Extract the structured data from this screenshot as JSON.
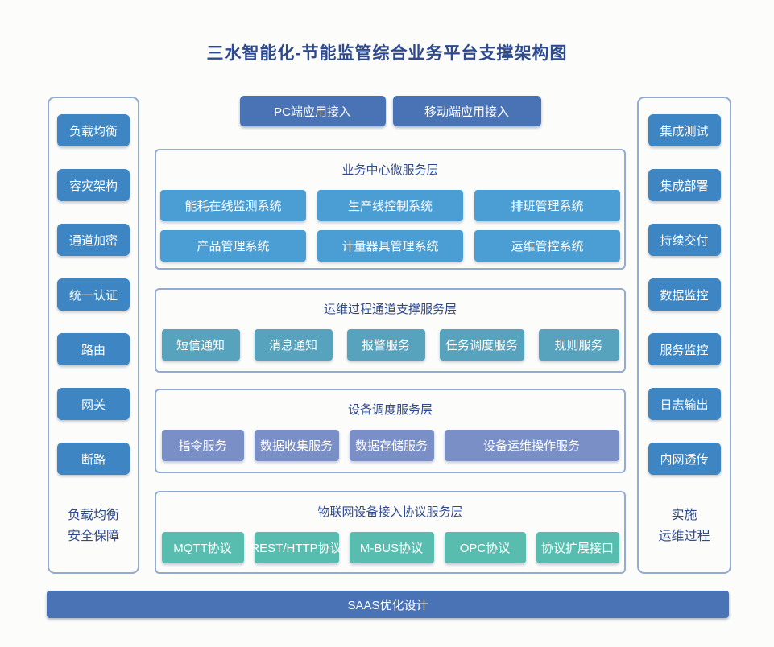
{
  "title": "三水智能化-节能监管综合业务平台支撑架构图",
  "colors": {
    "title_text": "#2e4a8e",
    "panel_border": "#93abd1",
    "sidebar_button": "#3d86c3",
    "primary_button": "#4a73b5"
  },
  "left_panel": {
    "items": [
      "负载均衡",
      "容灾架构",
      "通道加密",
      "统一认证",
      "路由",
      "网关",
      "断路"
    ],
    "caption_lines": [
      "负载均衡",
      "安全保障"
    ]
  },
  "right_panel": {
    "items": [
      "集成测试",
      "集成部署",
      "持续交付",
      "数据监控",
      "服务监控",
      "日志输出",
      "内网透传"
    ],
    "caption_lines": [
      "实施",
      "运维过程"
    ]
  },
  "top_buttons": [
    "PC端应用接入",
    "移动端应用接入"
  ],
  "layers": [
    {
      "title": "业务中心微服务层",
      "button_color": "#4a9ed3",
      "rows": [
        [
          "能耗在线监测系统",
          "生产线控制系统",
          "排班管理系统"
        ],
        [
          "产品管理系统",
          "计量器具管理系统",
          "运维管控系统"
        ]
      ]
    },
    {
      "title": "运维过程通道支撑服务层",
      "button_color": "#57a2bd",
      "rows": [
        [
          "短信通知",
          "消息通知",
          "报警服务",
          "任务调度服务",
          "规则服务"
        ]
      ]
    },
    {
      "title": "设备调度服务层",
      "button_color": "#7b8fc7",
      "rows": [
        [
          "指令服务",
          "数据收集服务",
          "数据存储服务",
          "设备运维操作服务"
        ]
      ]
    },
    {
      "title": "物联网设备接入协议服务层",
      "button_color": "#58bcae",
      "rows": [
        [
          "MQTT协议",
          "REST/HTTP协议",
          "M-BUS协议",
          "OPC协议",
          "协议扩展接口"
        ]
      ]
    }
  ],
  "bottom_bar": {
    "label": "SAAS优化设计"
  }
}
